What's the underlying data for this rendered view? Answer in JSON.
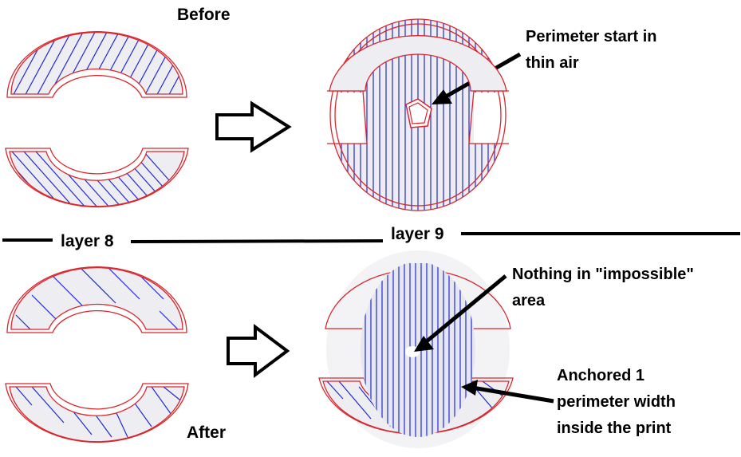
{
  "labels": {
    "before": "Before",
    "after": "After",
    "layer8": "layer 8",
    "layer9": "layer 9"
  },
  "annotations": {
    "perimeter_start": [
      "Perimeter start in",
      "thin air"
    ],
    "nothing_impossible": [
      "Nothing in \"impossible\"",
      "area"
    ],
    "anchored": [
      "Anchored 1",
      "perimeter width",
      "inside the print"
    ]
  },
  "colors": {
    "perimeter": "#d9262c",
    "infill": "#1f2ad6",
    "fill": "#eeeef2",
    "ink": "#000000"
  }
}
